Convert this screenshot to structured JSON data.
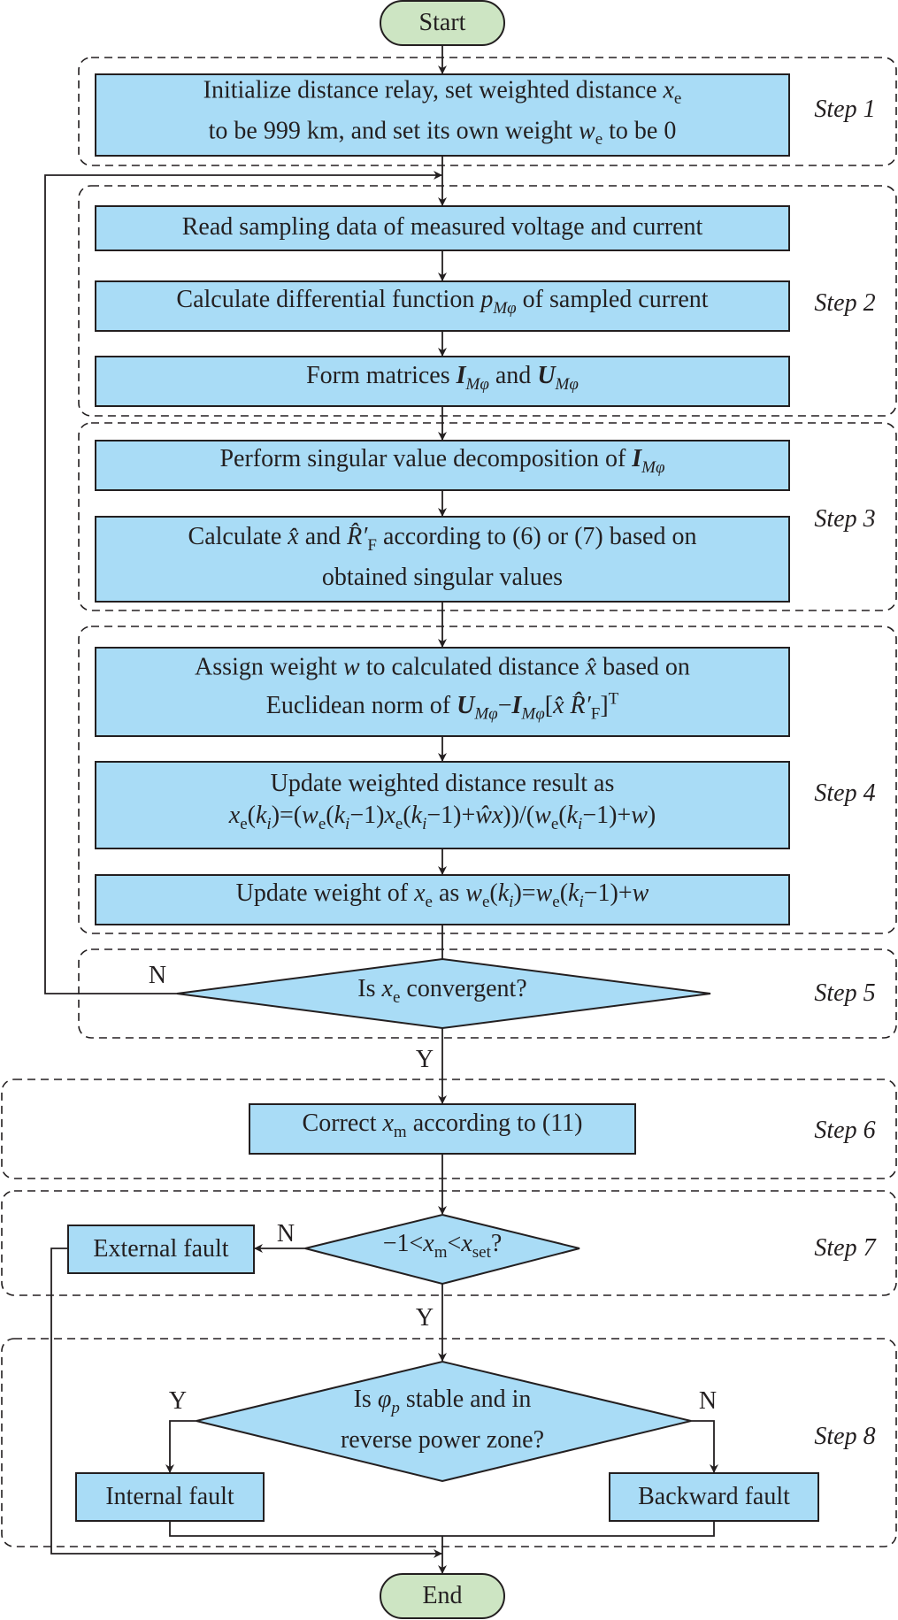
{
  "terminals": {
    "start": "Start",
    "end": "End"
  },
  "steps": [
    "Step 1",
    "Step 2",
    "Step 3",
    "Step 4",
    "Step 5",
    "Step 6",
    "Step 7",
    "Step 8"
  ],
  "boxes": {
    "init_line1": "Initialize distance relay, set weighted distance ",
    "init_line2a": "to be 999 km, and set its own weight ",
    "init_line2b": " to be 0",
    "read": "Read sampling data of measured voltage and current",
    "calc_diff_a": "Calculate differential function ",
    "calc_diff_b": " of sampled current",
    "form_a": "Form matrices ",
    "form_b": " and ",
    "svd": "Perform singular value decomposition of ",
    "calc_x_a": "Calculate ",
    "calc_x_b": " and ",
    "calc_x_c": " according to (6) or (7) based on",
    "calc_x_line2": "obtained singular values",
    "assign_line1a": "Assign weight ",
    "assign_line1b": " to calculated distance ",
    "assign_line1c": " based on",
    "assign_line2": "Euclidean norm of ",
    "update_dist_line1": "Update weighted distance result as",
    "update_dist_formula": "xe(ki)=(we(ki−1)xe(ki−1)+ŵx))/(we(ki−1)+w)",
    "update_weight_a": "Update weight of ",
    "update_weight_b": " as ",
    "correct_a": "Correct ",
    "correct_b": " according to (11)",
    "external": "External fault",
    "internal": "Internal fault",
    "backward": "Backward fault"
  },
  "decisions": {
    "converge_a": "Is ",
    "converge_b": " convergent?",
    "range": "−1<xm<xset?",
    "phase_line1a": "Is ",
    "phase_line1b": " stable and in",
    "phase_line2": "reverse power zone?"
  },
  "branch_labels": {
    "yes": "Y",
    "no": "N"
  },
  "colors": {
    "process": "#a9dcf6",
    "terminal": "#cde5c3",
    "stroke": "#231f20"
  }
}
